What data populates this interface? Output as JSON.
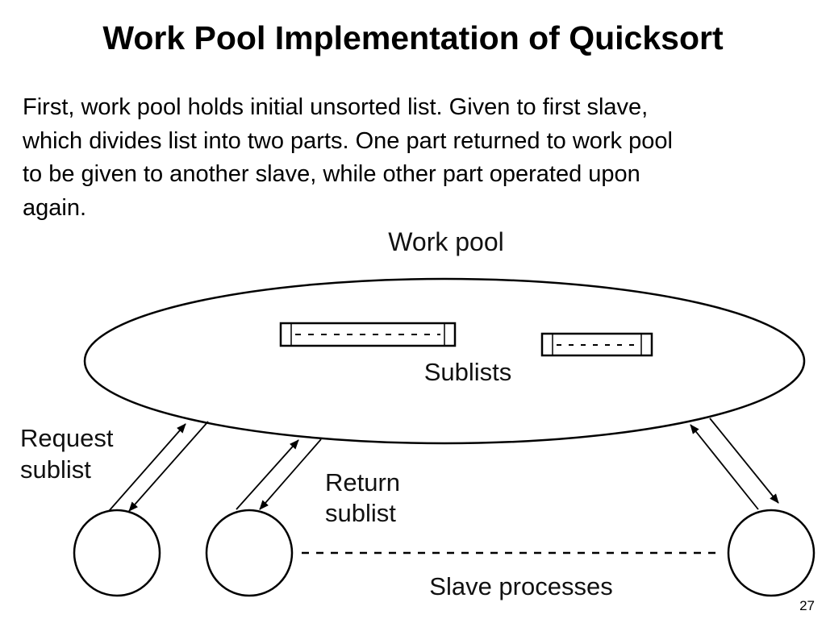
{
  "slide": {
    "title": "Work Pool Implementation of Quicksort",
    "body_lines": [
      "First, work pool holds initial unsorted list. Given to first slave,",
      "which divides list into two parts. One part returned to work pool",
      "to be given to another slave, while other part operated upon",
      "again."
    ],
    "page_number": "27"
  },
  "diagram": {
    "work_pool_label": "Work pool",
    "sublists_label": "Sublists",
    "request_label_lines": [
      "Request",
      "sublist"
    ],
    "return_label_lines": [
      "Return",
      "sublist"
    ],
    "slave_processes_label": "Slave processes"
  }
}
